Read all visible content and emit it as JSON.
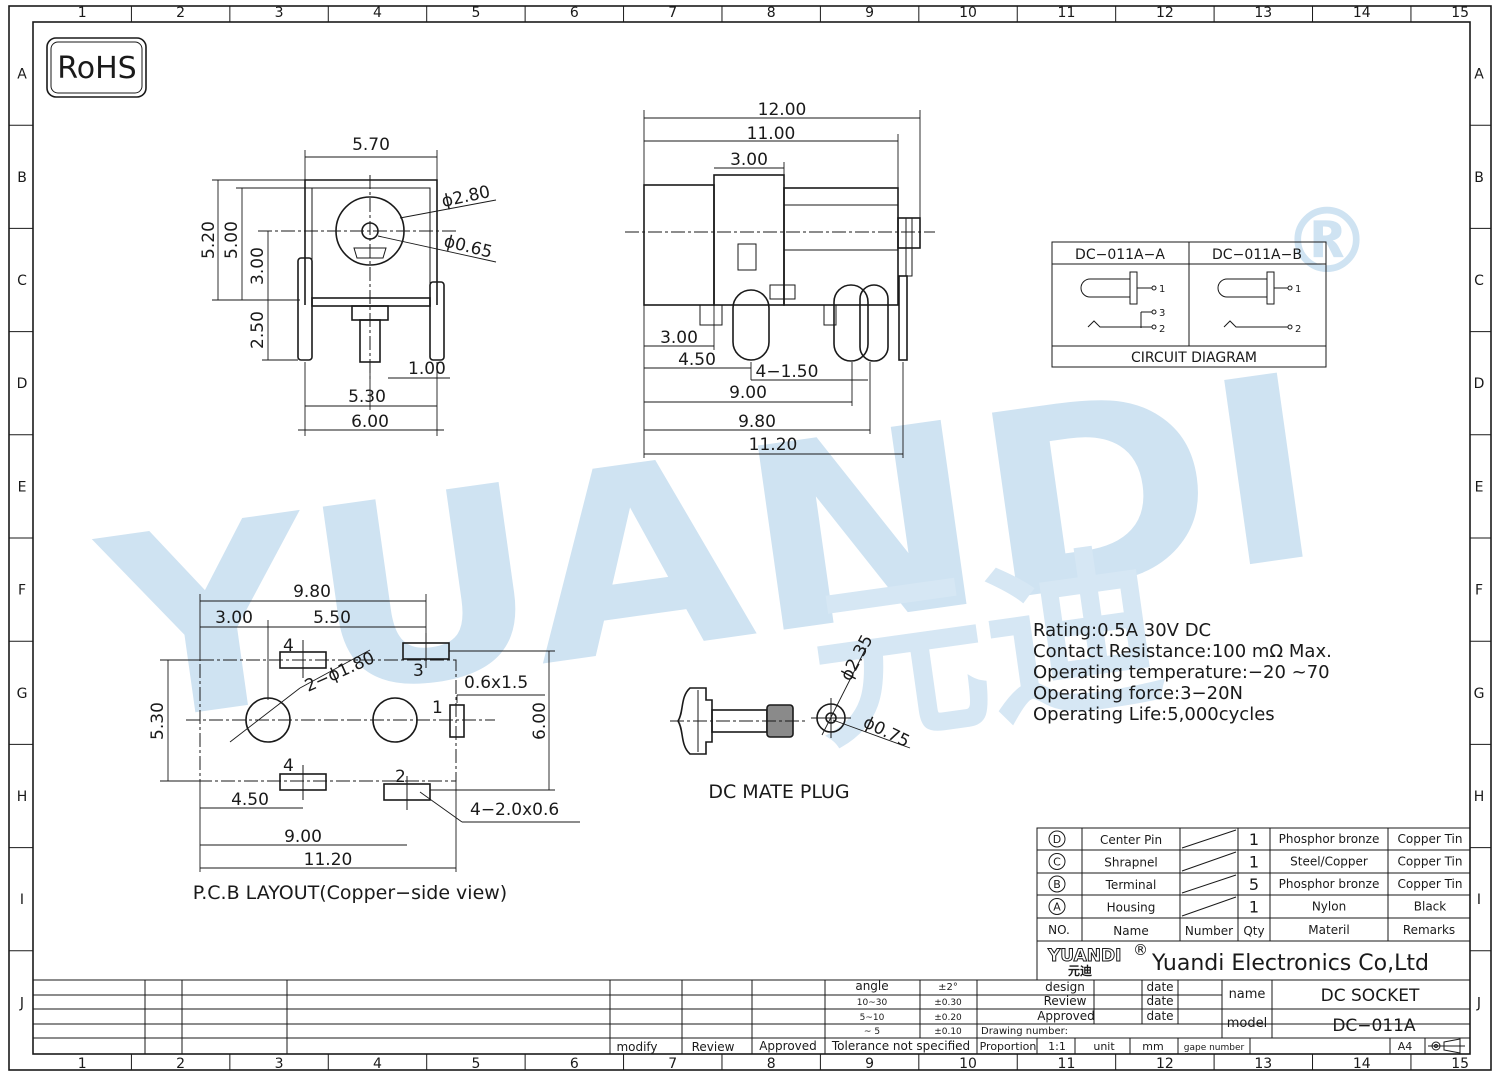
{
  "colors": {
    "ink": "#1a1a1a",
    "watermark_blue": "#cfe3f2",
    "watermark_green": "#cfead6"
  },
  "frame": {
    "columns": [
      "1",
      "2",
      "3",
      "4",
      "5",
      "6",
      "7",
      "8",
      "9",
      "10",
      "11",
      "12",
      "13",
      "14",
      "15"
    ],
    "rows": [
      "A",
      "B",
      "C",
      "D",
      "E",
      "F",
      "G",
      "H",
      "I",
      "J"
    ]
  },
  "rohs_label": "RoHS",
  "watermark": {
    "brand": "YUANDI",
    "cjk": "元迪",
    "registered": "®"
  },
  "front_view": {
    "dims": {
      "w570": "5.70",
      "d280": "ϕ2.80",
      "d065": "ϕ0.65",
      "h520": "5.20",
      "h500": "5.00",
      "h300": "3.00",
      "h250": "2.50",
      "w100": "1.00",
      "w530": "5.30",
      "w600": "6.00"
    }
  },
  "side_view": {
    "dims": {
      "l1200": "12.00",
      "l1100": "11.00",
      "l300top": "3.00",
      "l300": "3.00",
      "l450": "4.50",
      "l4x150": "4−1.50",
      "l900": "9.00",
      "l980": "9.80",
      "l1120": "11.20"
    }
  },
  "circuit": {
    "col_a": "DC−011A−A",
    "col_b": "DC−011A−B",
    "caption": "CIRCUIT  DIAGRAM",
    "pins": {
      "p1": "1",
      "p2": "2",
      "p3": "3"
    }
  },
  "specs": [
    "Rating:0.5A  30V  DC",
    "Contact  Resistance:100  mΩ  Max.",
    "Operating  temperature:−20   ~70",
    "Operating  force:3−20N",
    "Operating  Life:5,000cycles"
  ],
  "pcb_layout": {
    "caption": "P.C.B  LAYOUT(Copper−side  view)",
    "dims": {
      "w980": "9.80",
      "w300": "3.00",
      "w550": "5.50",
      "h530": "5.30",
      "h600": "6.00",
      "w450": "4.50",
      "w900": "9.00",
      "w1120": "11.20",
      "hole": "2−ϕ1.80",
      "slot1": "0.6x1.5",
      "slot4": "4−2.0x0.6"
    },
    "pins": {
      "p1": "1",
      "p2": "2",
      "p3": "3",
      "p4a": "4",
      "p4b": "4"
    }
  },
  "mate_plug": {
    "caption": "DC  MATE  PLUG",
    "d235": "ϕ2.35",
    "d075": "ϕ0.75"
  },
  "bom": {
    "headers": [
      "NO.",
      "Name",
      "Number",
      "Qty",
      "Materil",
      "Remarks"
    ],
    "rows": [
      {
        "no": "D",
        "name": "Center Pin",
        "qty": "1",
        "material": "Phosphor bronze",
        "remarks": "Copper Tin"
      },
      {
        "no": "C",
        "name": "Shrapnel",
        "qty": "1",
        "material": "Steel/Copper",
        "remarks": "Copper Tin"
      },
      {
        "no": "B",
        "name": "Terminal",
        "qty": "5",
        "material": "Phosphor bronze",
        "remarks": "Copper Tin"
      },
      {
        "no": "A",
        "name": "Housing",
        "qty": "1",
        "material": "Nylon",
        "remarks": "Black"
      }
    ]
  },
  "title_block": {
    "logo_text": "YUANDI",
    "logo_reg": "®",
    "logo_cjk": "元迪",
    "company": "Yuandi Electronics Co,Ltd",
    "design": "design",
    "review": "Review",
    "approved": "Approved",
    "date1": "date",
    "date2": "date",
    "date3": "date",
    "drawing_number": "Drawing number:",
    "proportion": "Proportion",
    "scale": "1:1",
    "unit": "unit",
    "mm": "mm",
    "gape_number": "gape number",
    "name_label": "name",
    "name_value": "DC  SOCKET",
    "model_label": "model",
    "model_value": "DC−011A",
    "sheet_size": "A4",
    "tolerance": {
      "angle": "angle",
      "angle_val": "±2°",
      "r1": "10~30",
      "r1_val": "±0.30",
      "r2": "5~10",
      "r2_val": "±0.20",
      "r3": "~ 5",
      "r3_val": "±0.10",
      "not_specified": "Tolerance  not  specified"
    },
    "modify": "modify",
    "review_col": "Review",
    "approved_col": "Approved"
  }
}
